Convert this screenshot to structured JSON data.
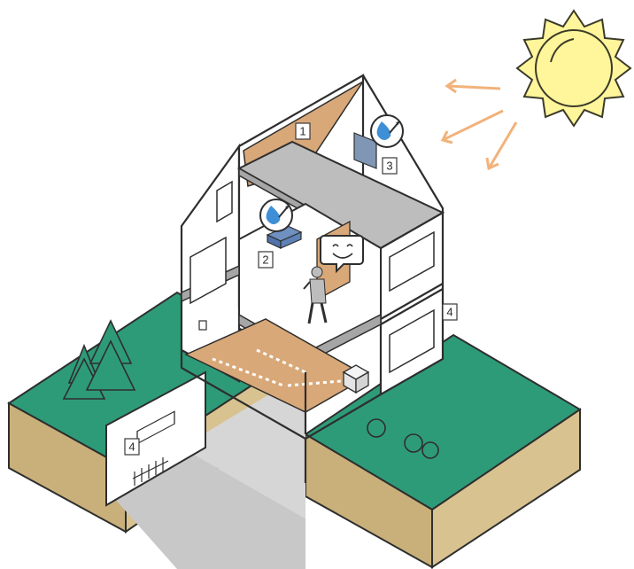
{
  "labels": {
    "roof_panel": "1",
    "floor_unit": "2",
    "wall_unit": "3",
    "right_wall_device": "4",
    "garage_device": "4"
  },
  "icons": {
    "sun": "sun-icon",
    "humidity_a": "droplet-gauge-icon",
    "humidity_b": "droplet-gauge-icon",
    "speech": "smiley-speech-bubble-icon"
  },
  "colors": {
    "sun_fill": "#fff59a",
    "sun_stroke": "#3a3a2a",
    "ray_arrow": "#f2b27a",
    "grass": "#2e9b78",
    "soil": "#c9b07a",
    "wood": "#d9a878",
    "slab": "#b9b9b9",
    "gauge_blue": "#3f8fd6"
  }
}
